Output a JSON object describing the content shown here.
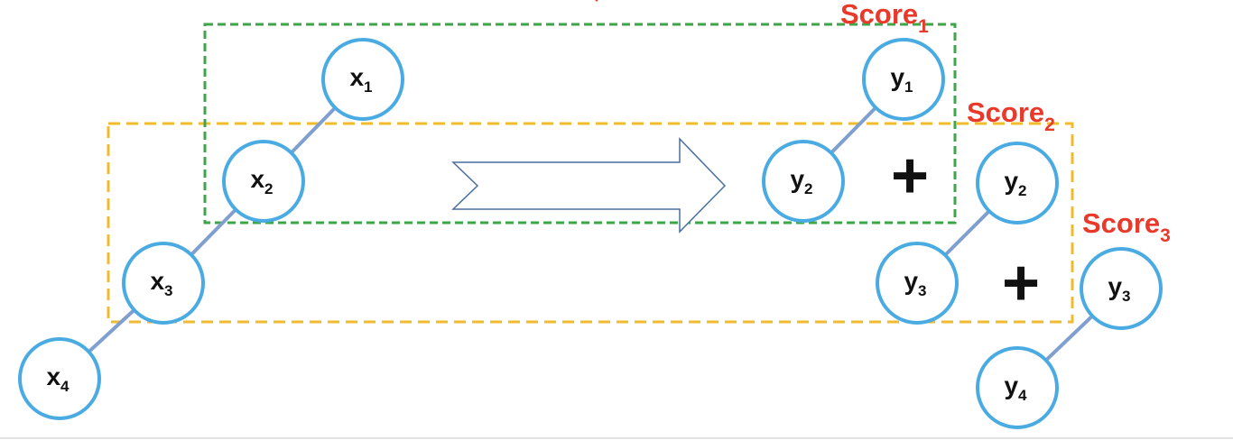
{
  "diagram": {
    "colors": {
      "node_stroke": "#4aabe3",
      "edge": "#7f9fcf",
      "green_box": "#3ea648",
      "yellow_box": "#f2bb2f",
      "score_text": "#e8392b",
      "arrow_stroke": "#4a6f9e",
      "plus": "#111111",
      "caret": "#e8392b"
    },
    "nodes": [
      {
        "id": "x1",
        "base": "x",
        "sub": "1"
      },
      {
        "id": "x2",
        "base": "x",
        "sub": "2"
      },
      {
        "id": "x3",
        "base": "x",
        "sub": "3"
      },
      {
        "id": "x4",
        "base": "x",
        "sub": "4"
      },
      {
        "id": "y1-a",
        "base": "y",
        "sub": "1"
      },
      {
        "id": "y2-a",
        "base": "y",
        "sub": "2"
      },
      {
        "id": "y2-b",
        "base": "y",
        "sub": "2"
      },
      {
        "id": "y3-b",
        "base": "y",
        "sub": "3"
      },
      {
        "id": "y3-c",
        "base": "y",
        "sub": "3"
      },
      {
        "id": "y4-c",
        "base": "y",
        "sub": "4"
      }
    ],
    "edges": [
      {
        "from": "x1",
        "to": "x2"
      },
      {
        "from": "x2",
        "to": "x3"
      },
      {
        "from": "x3",
        "to": "x4"
      },
      {
        "from": "y1-a",
        "to": "y2-a"
      },
      {
        "from": "y2-b",
        "to": "y3-b"
      },
      {
        "from": "y3-c",
        "to": "y4-c"
      }
    ],
    "scores": [
      {
        "id": "score-1",
        "base": "Score",
        "sub": "1"
      },
      {
        "id": "score-2",
        "base": "Score",
        "sub": "2"
      },
      {
        "id": "score-3",
        "base": "Score",
        "sub": "3"
      }
    ],
    "plus_signs": [
      "+",
      "+"
    ],
    "top_caret": "ˇ"
  }
}
